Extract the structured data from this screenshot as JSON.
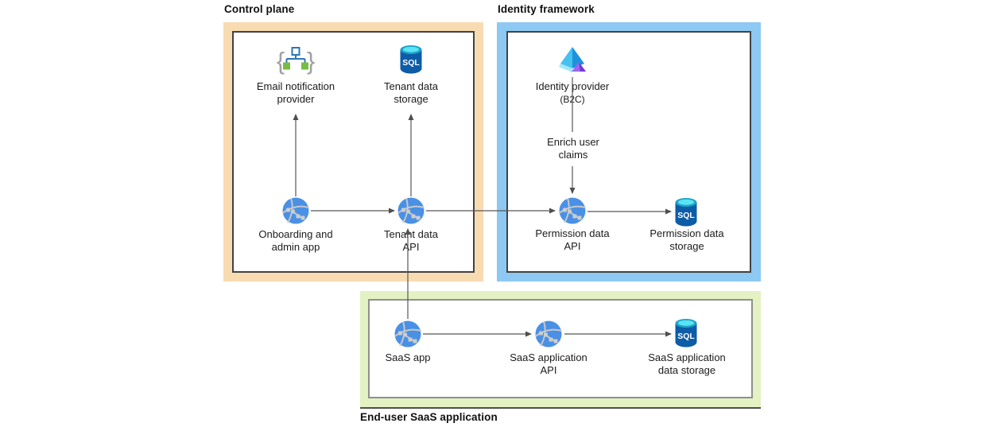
{
  "groups": {
    "control": {
      "title": "Control plane",
      "frame_color": "#F8DBB1"
    },
    "identity": {
      "title": "Identity framework",
      "frame_color": "#8DC9F2"
    },
    "saas": {
      "title": "End-user SaaS application",
      "frame_color": "#E4F1C3"
    }
  },
  "nodes": {
    "email_notification": {
      "line1": "Email notification",
      "line2": "provider",
      "icon": "custom-connector-braces-icon"
    },
    "tenant_storage": {
      "line1": "Tenant data",
      "line2": "storage",
      "icon": "sql-database-icon"
    },
    "onboarding_app": {
      "line1": "Onboarding and",
      "line2": "admin app",
      "icon": "web-app-globe-icon"
    },
    "tenant_api": {
      "line1": "Tenant data",
      "line2": "API",
      "icon": "web-app-globe-icon"
    },
    "identity_provider": {
      "line1": "Identity provider",
      "line2": "(B2C)",
      "icon": "azure-ad-b2c-icon"
    },
    "permission_api": {
      "line1": "Permission data",
      "line2": "API",
      "icon": "web-app-globe-icon"
    },
    "permission_storage": {
      "line1": "Permission data",
      "line2": "storage",
      "icon": "sql-database-icon"
    },
    "saas_app": {
      "line1": "SaaS app",
      "line2": "",
      "icon": "web-app-globe-icon"
    },
    "saas_api": {
      "line1": "SaaS application",
      "line2": "API",
      "icon": "web-app-globe-icon"
    },
    "saas_storage": {
      "line1": "SaaS application",
      "line2": "data storage",
      "icon": "sql-database-icon"
    }
  },
  "annotations": {
    "enrich_claims": {
      "line1": "Enrich user",
      "line2": "claims"
    }
  },
  "icons": {
    "sql_label": "SQL"
  },
  "colors": {
    "arrow": "#555555",
    "inner_border_dark": "#424242",
    "inner_border_light": "#8F8F8F",
    "sql_body": "#0D5CA8",
    "sql_top_ring": "#1EA2C8",
    "sql_top_center": "#59E4F5",
    "globe": "#4A90E5",
    "globe_lines": "#C8C8C8",
    "braces": "#A0A0A0",
    "connector_blue": "#2E75B6",
    "connector_green": "#77BD43",
    "b2c_light": "#46C1F0",
    "b2c_dark": "#1B93DD",
    "b2c_cyan": "#9FE8FB",
    "b2c_purple": "#9A67F2",
    "text": "#1B1B1B"
  }
}
